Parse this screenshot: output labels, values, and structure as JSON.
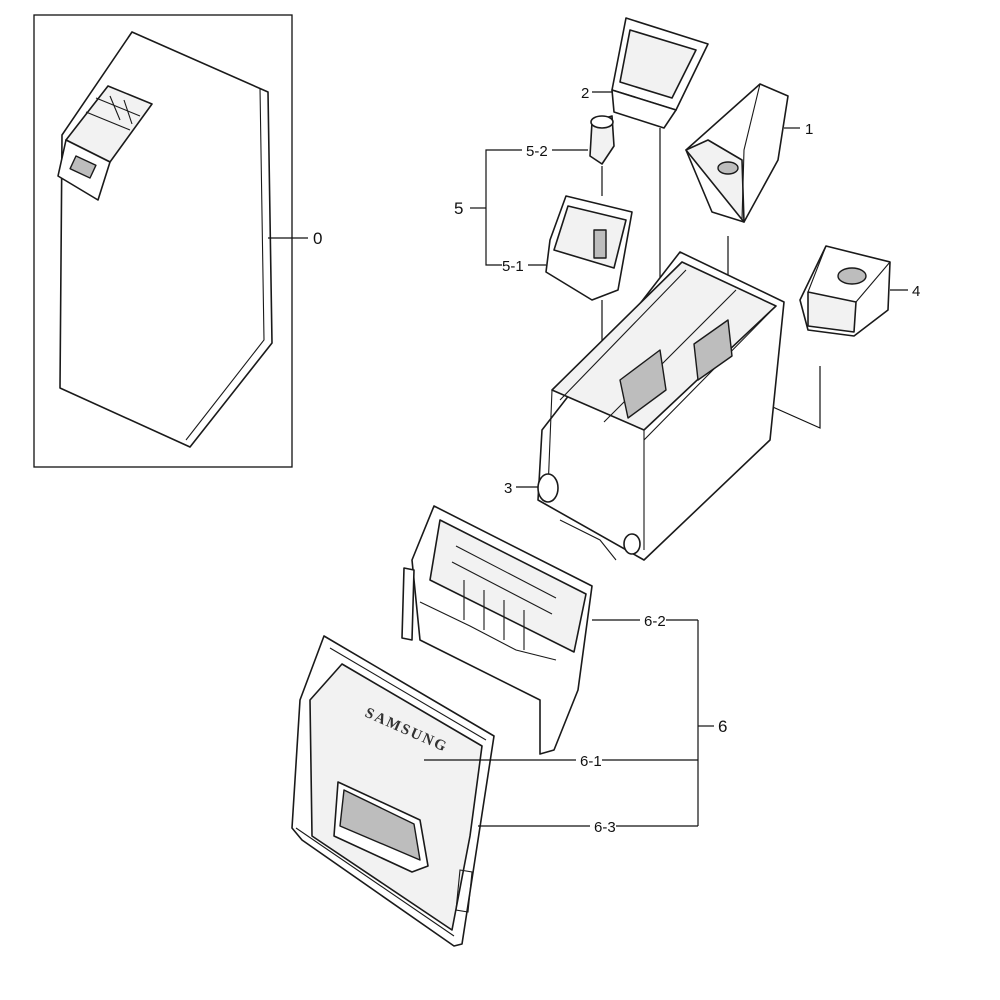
{
  "labels": {
    "p0": "0",
    "p1": "1",
    "p2": "2",
    "p3": "3",
    "p4": "4",
    "p5": "5",
    "p5_1": "5-1",
    "p5_2": "5-2",
    "p6": "6",
    "p6_1": "6-1",
    "p6_2": "6-2",
    "p6_3": "6-3"
  },
  "brand_text": "SAMSUNG",
  "colors": {
    "line": "#1a1a1a",
    "background": "#ffffff",
    "shade": "#bdbdbd"
  }
}
